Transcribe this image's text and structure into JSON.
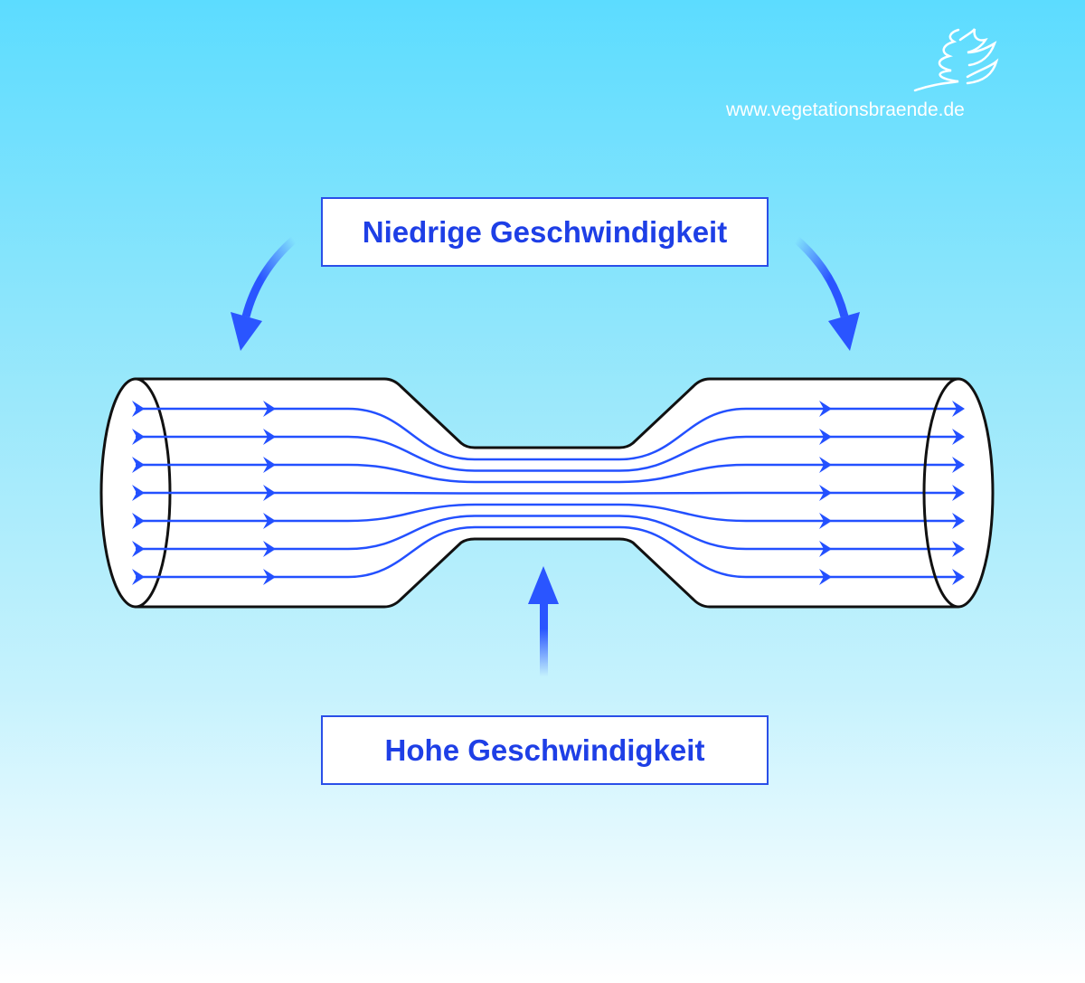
{
  "website": "www.vegetationsbraende.de",
  "labels": {
    "low_speed": "Niedrige Geschwindigkeit",
    "high_speed": "Hohe Geschwindigkeit"
  },
  "colors": {
    "accent": "#1e3fe6",
    "flow": "#2350ff",
    "outline": "#111111"
  },
  "streamline_count": 7
}
